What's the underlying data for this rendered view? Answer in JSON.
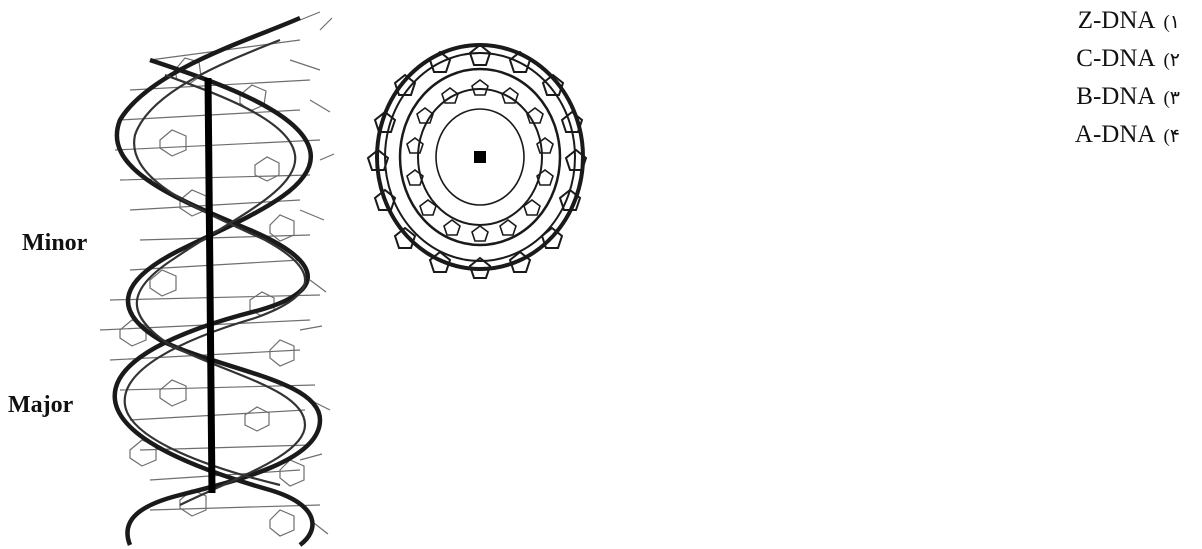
{
  "figure": {
    "minor_label": "Minor",
    "major_label": "Major"
  },
  "options": [
    {
      "number": "۱)",
      "text": "Z-DNA"
    },
    {
      "number": "۲)",
      "text": "C-DNA"
    },
    {
      "number": "۳)",
      "text": "B-DNA"
    },
    {
      "number": "۴)",
      "text": "A-DNA"
    }
  ]
}
